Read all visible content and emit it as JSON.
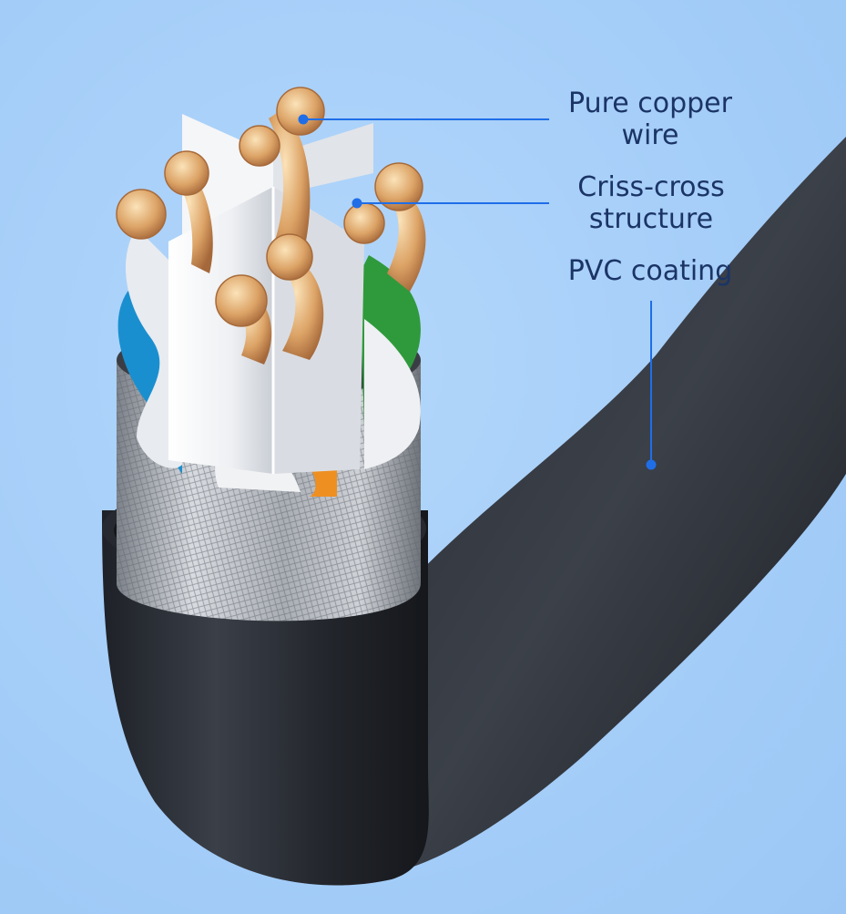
{
  "labels": {
    "copper": {
      "line1": "Pure copper",
      "line2": "wire"
    },
    "criss_cross": {
      "line1": "Criss-cross",
      "line2": "structure"
    },
    "pvc": {
      "line1": "PVC coating"
    }
  },
  "colors": {
    "background": "#a6cef8",
    "label_text": "#1b3466",
    "callout_line": "#1f6ee8",
    "jacket": "#2b2f36",
    "shield": "#b6bac0",
    "spline": "#f2f3f5",
    "copper": "#d6995c",
    "wire_blue": "#1a8fd0",
    "wire_green": "#2f9a3c",
    "wire_orange": "#ee8f22",
    "wire_white": "#eef0f3"
  },
  "icons": [
    "cable-cross-section-icon"
  ]
}
